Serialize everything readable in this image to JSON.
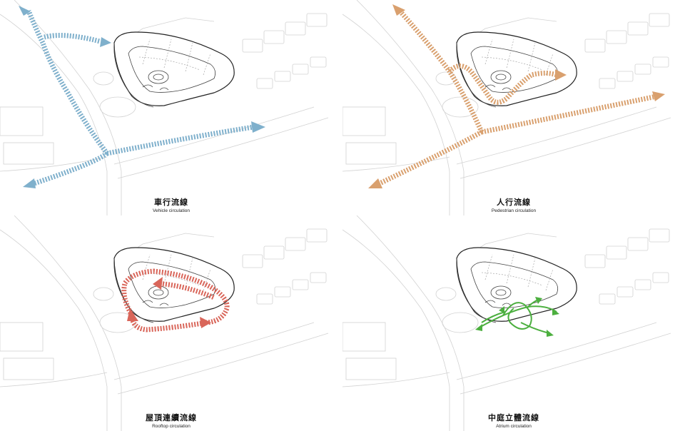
{
  "panels": [
    {
      "id": "vehicle",
      "title_zh": "車行流線",
      "title_en": "Vehicle circulation",
      "arrow_color": "#7fb0cc"
    },
    {
      "id": "pedestrian",
      "title_zh": "人行流線",
      "title_en": "Pedestrian circulation",
      "arrow_color": "#d9a06e"
    },
    {
      "id": "rooftop",
      "title_zh": "屋頂連續流線",
      "title_en": "Rooftop circulation",
      "arrow_color": "#d9665a"
    },
    {
      "id": "atrium",
      "title_zh": "中庭立體流線",
      "title_en": "Atrium circulation",
      "arrow_color": "#4caf3f"
    }
  ]
}
